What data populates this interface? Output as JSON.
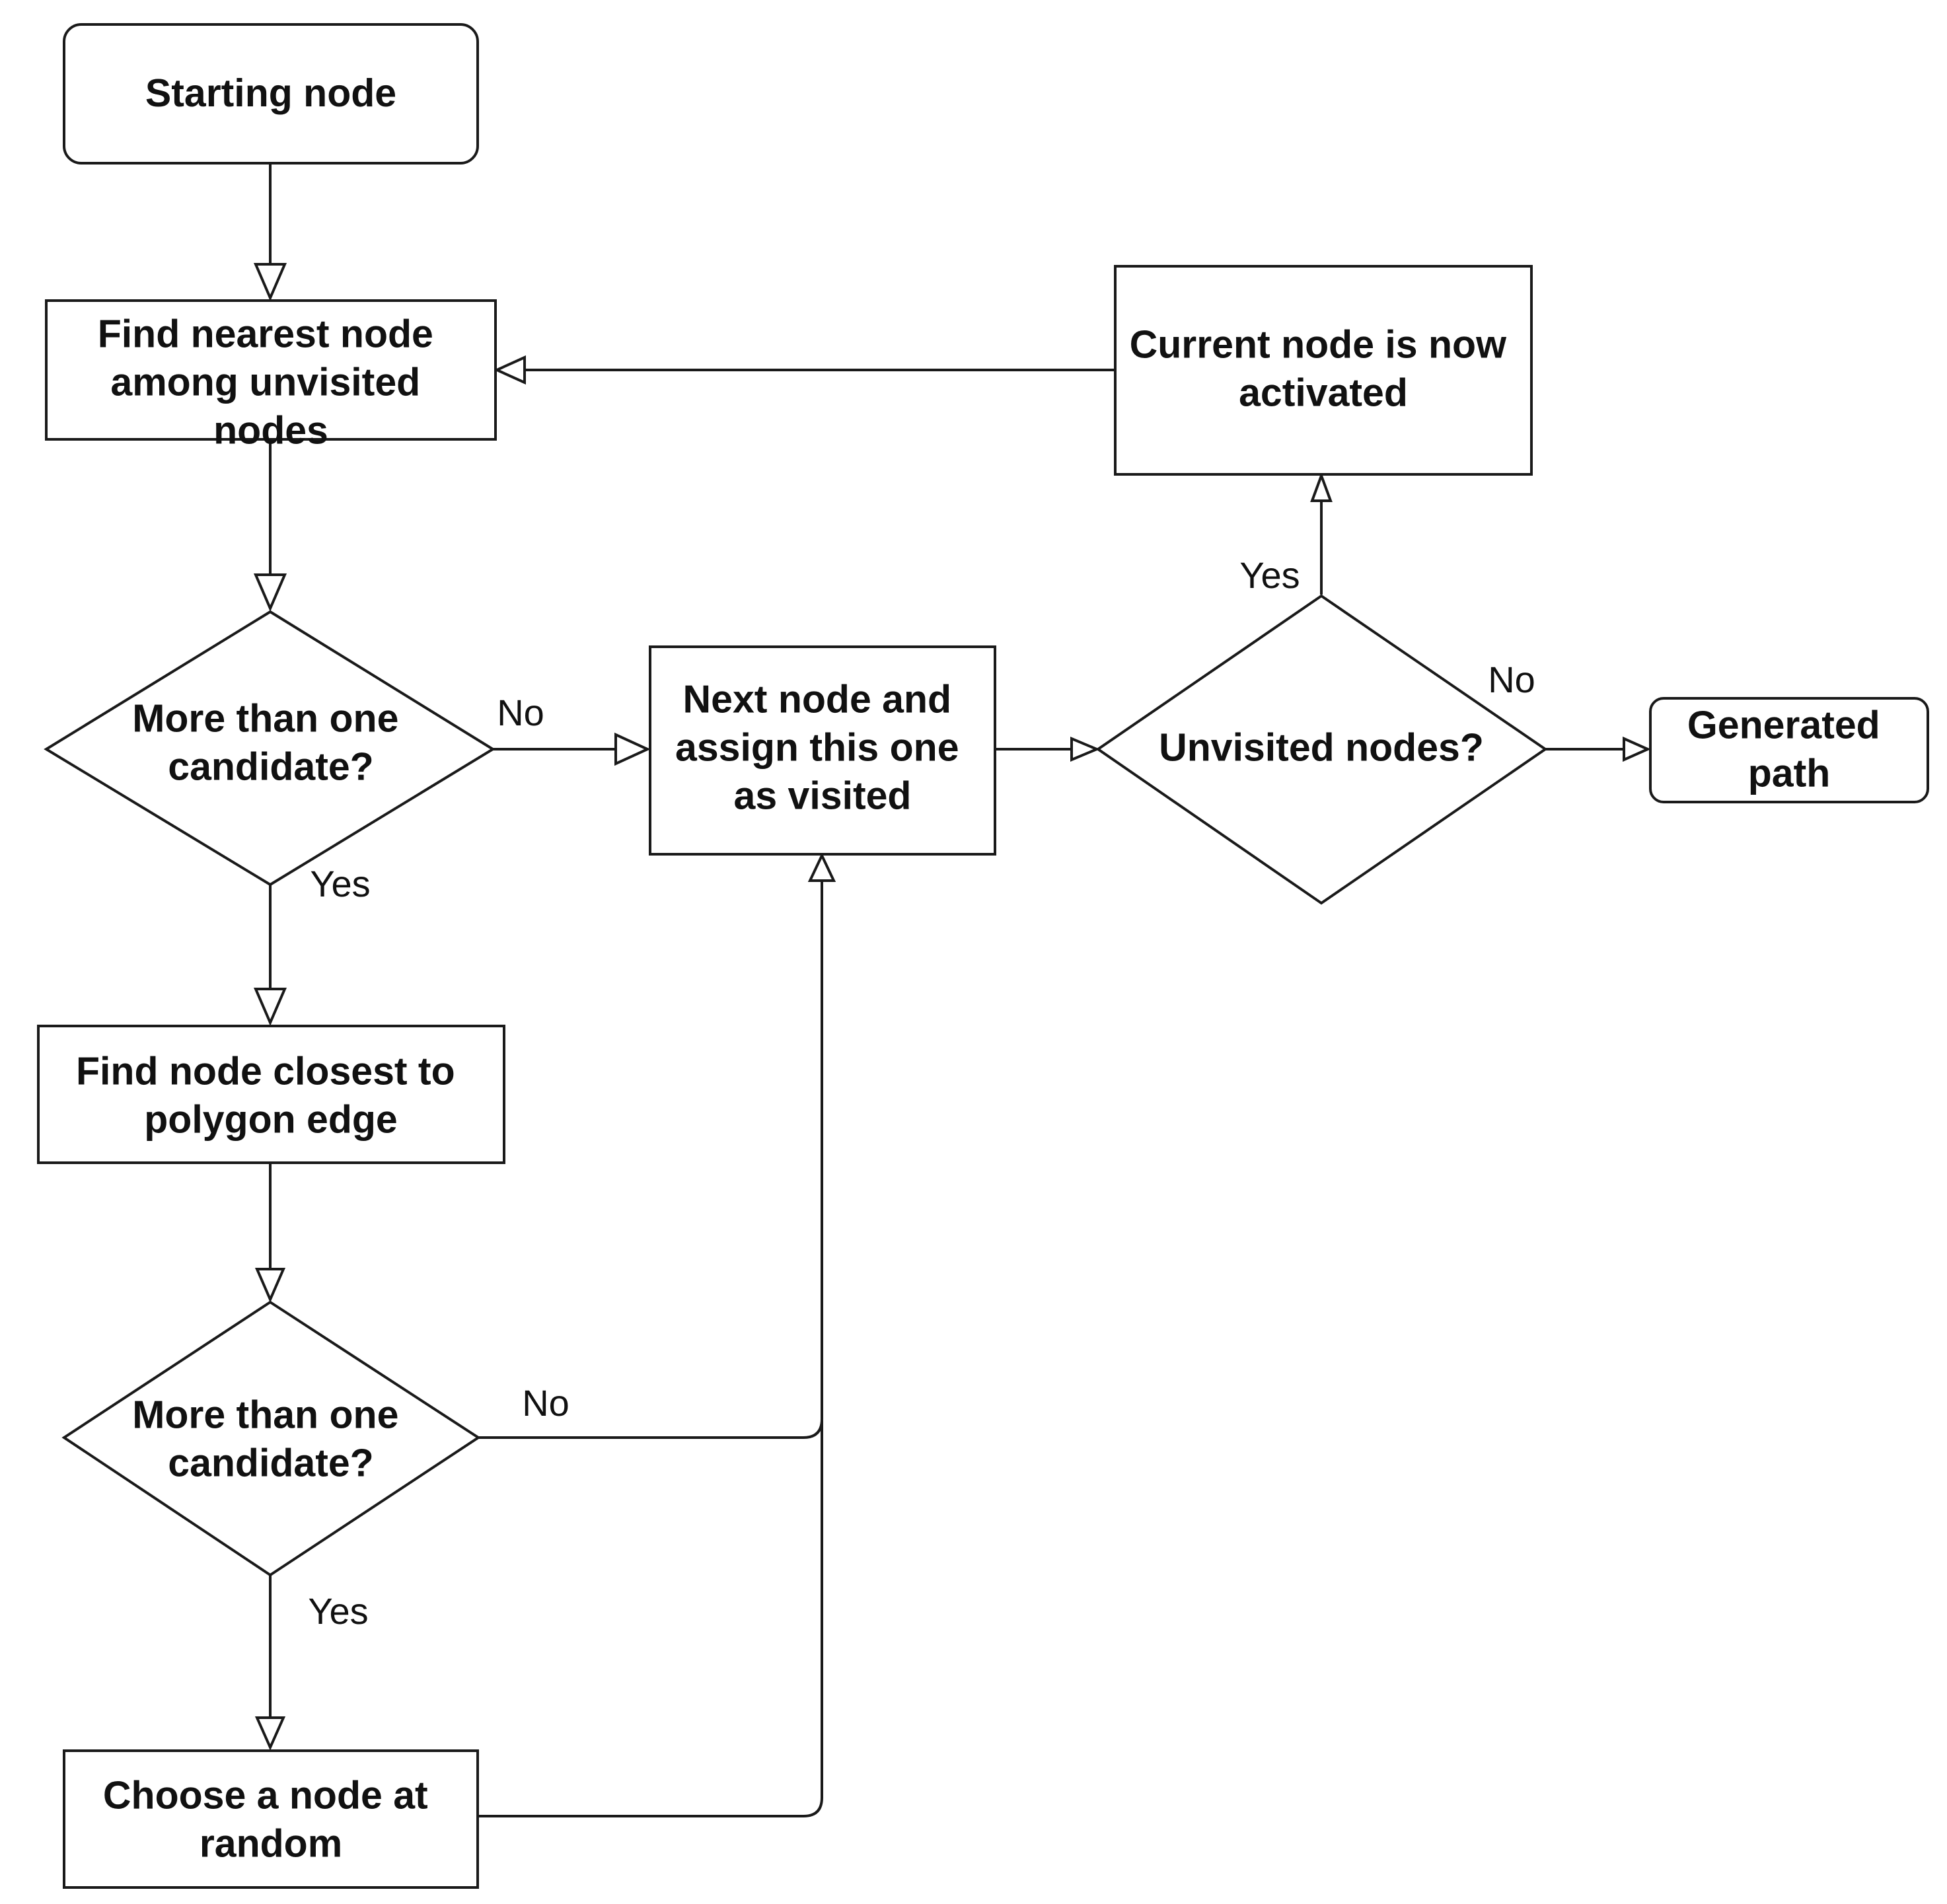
{
  "nodes": {
    "start": {
      "lines": [
        "Starting node"
      ]
    },
    "find_nearest": {
      "lines": [
        "Find nearest node",
        "among unvisited",
        "nodes"
      ]
    },
    "decision_candidates_1": {
      "lines": [
        "More than one",
        "candidate?"
      ]
    },
    "find_closest_edge": {
      "lines": [
        "Find node closest to",
        "polygon edge"
      ]
    },
    "decision_candidates_2": {
      "lines": [
        "More than one",
        "candidate?"
      ]
    },
    "choose_random": {
      "lines": [
        "Choose a node at",
        "random"
      ]
    },
    "next_node": {
      "lines": [
        "Next node and",
        "assign this one",
        "as visited"
      ]
    },
    "decision_unvisited": {
      "lines": [
        "Unvisited nodes?"
      ]
    },
    "current_activated": {
      "lines": [
        "Current node is now",
        "activated"
      ]
    },
    "generated_path": {
      "lines": [
        "Generated",
        "path"
      ]
    }
  },
  "edge_labels": {
    "d1_no": "No",
    "d1_yes": "Yes",
    "d2_no": "No",
    "d2_yes": "Yes",
    "d3_yes": "Yes",
    "d3_no": "No"
  }
}
